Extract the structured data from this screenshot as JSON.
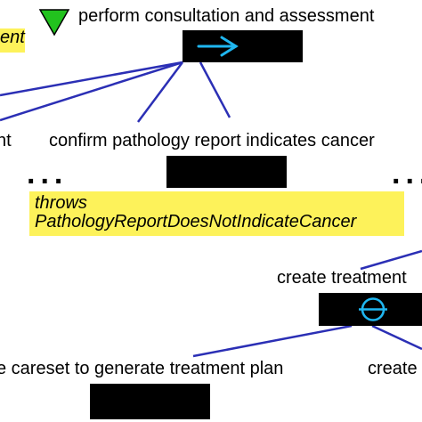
{
  "colors": {
    "connector": "#2b2fb5",
    "note_fill": "#fdf25a",
    "task_box": "#000000",
    "symbol": "#1fb6f0",
    "triangle": "#22c21e"
  },
  "tasks": {
    "consult": {
      "label": "perform consultation and assessment",
      "icon": "sequence-arrow-icon"
    },
    "left_cut": {
      "label": "nt"
    },
    "pathology": {
      "label": "confirm pathology report indicates cancer"
    },
    "create_plan": {
      "label": "create treatment"
    },
    "careset": {
      "label": "e careset to generate treatment plan"
    },
    "create_right": {
      "label": "create"
    }
  },
  "notes": {
    "top_left": {
      "text": "ent"
    },
    "throws": {
      "line1": "throws",
      "line2": "PathologyReportDoesNotIndicateCancer"
    }
  },
  "markers": {
    "elision": "...",
    "choice_icon": "choice-circle-icon",
    "expand_icon": "triangle-down-icon"
  }
}
